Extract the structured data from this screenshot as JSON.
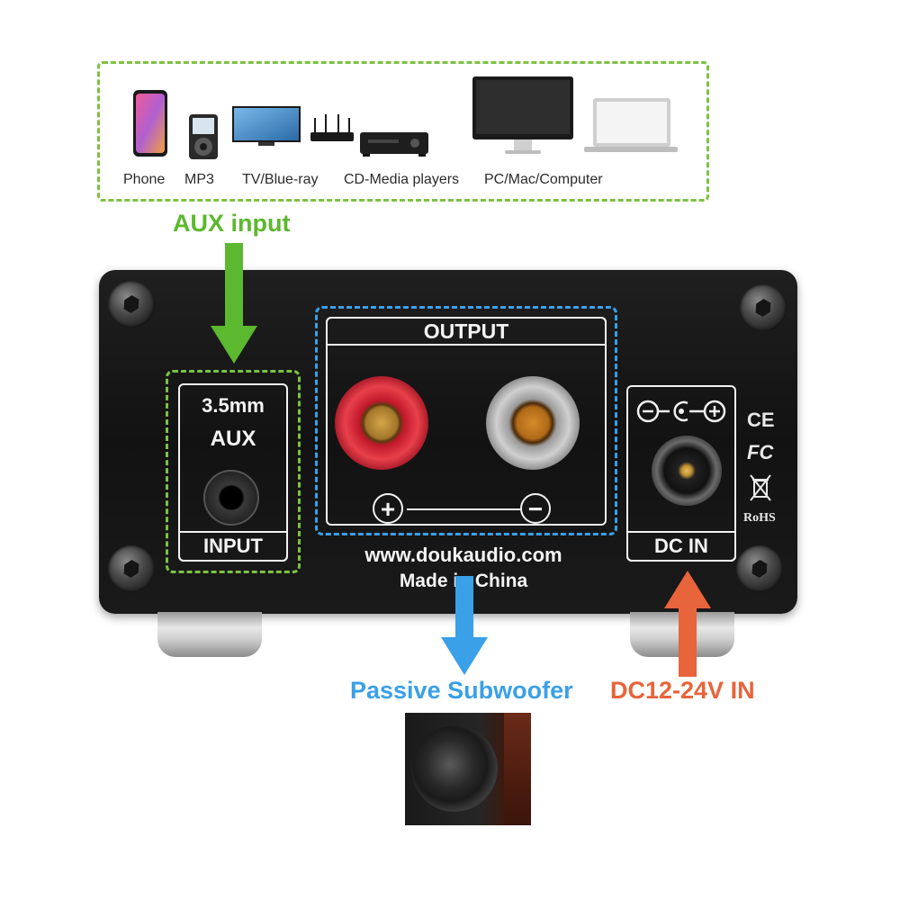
{
  "sources": {
    "devices": [
      {
        "icon": "phone-icon",
        "label": "Phone"
      },
      {
        "icon": "mp3-player-icon",
        "label": "MP3"
      },
      {
        "icon": "tv-icon",
        "label": "TV/Blue-ray"
      },
      {
        "icon": "cd-player-icon",
        "label": "CD-Media players"
      },
      {
        "icon": "computer-icon",
        "label": "PC/Mac/Computer"
      }
    ]
  },
  "callouts": {
    "aux_input": "AUX input",
    "passive_subwoofer": "Passive Subwoofer",
    "dc_in": "DC12-24V IN"
  },
  "panel": {
    "aux_top_line1": "3.5mm",
    "aux_top_line2": "AUX",
    "input_label": "INPUT",
    "output_label": "OUTPUT",
    "plus": "+",
    "minus": "−",
    "dc_label": "DC IN",
    "website": "www.doukaudio.com",
    "made_in": "Made in China",
    "cert_ce": "CE",
    "cert_fc": "FC",
    "cert_rohs": "RoHS"
  },
  "colors": {
    "aux_green": "#5cb82e",
    "sub_blue": "#3aa0e8",
    "dc_orange": "#e8643a"
  }
}
